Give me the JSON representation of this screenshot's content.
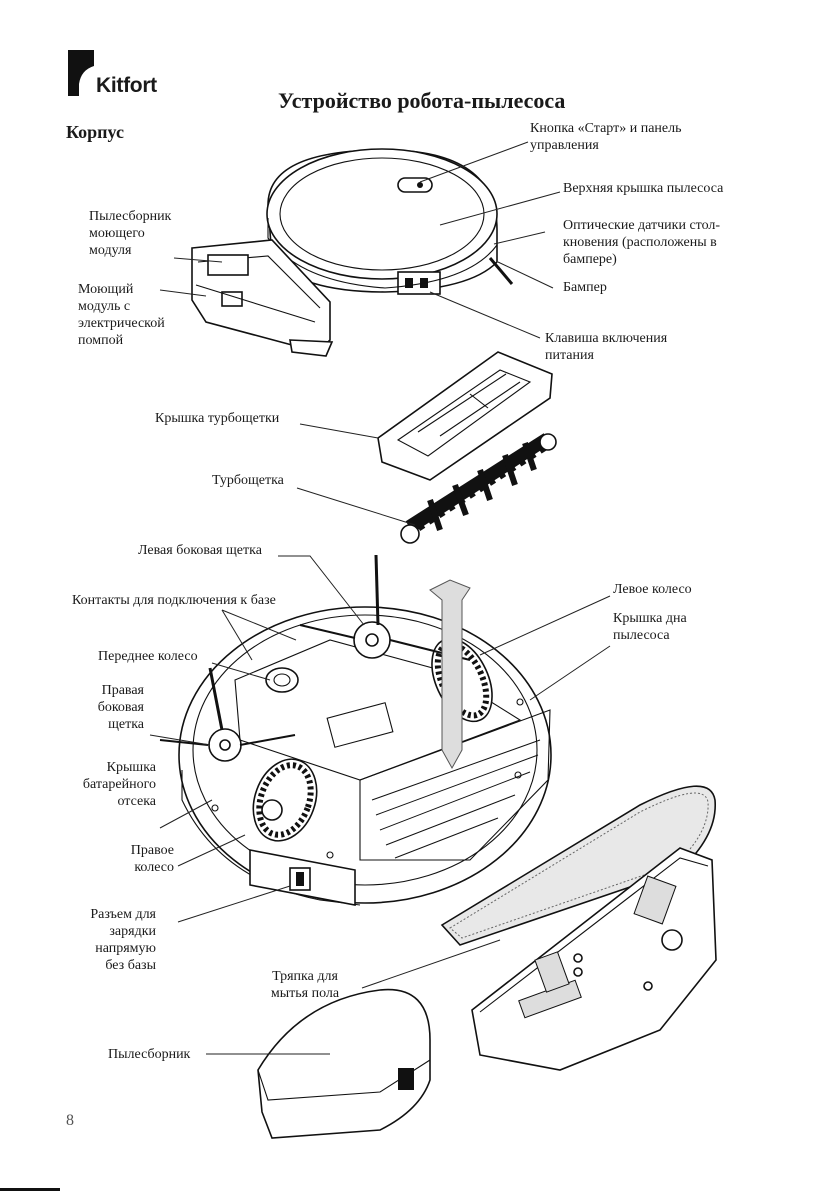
{
  "brand": "Kitfort",
  "title": "Устройство робота-пылесоса",
  "section": "Корпус",
  "labels": {
    "start_button": "Кнопка «Старт» и панель\nуправления",
    "top_cover": "Верхняя крышка пылесоса",
    "dust_module": "Пылесборник\nмоющего\nмодуля",
    "optical_sensors": "Оптические датчики стол-\nкновения (расположены в\nбампере)",
    "wash_module": "Моющий\nмодуль с\nэлектрической\nпомпой",
    "bumper": "Бампер",
    "power_key": "Клавиша включения\nпитания",
    "brush_cover": "Крышка турбощетки",
    "turbo_brush": "Турбощетка",
    "left_side_brush": "Левая боковая щетка",
    "base_contacts": "Контакты для подключения к базе",
    "left_wheel": "Левое колесо",
    "bottom_cover": "Крышка дна\nпылесоса",
    "front_wheel": "Переднее колесо",
    "right_side_brush": "Правая\nбоковая\nщетка",
    "battery_cover": "Крышка\nбатарейного\nотсека",
    "right_wheel": "Правое\nколесо",
    "charge_socket": "Разъем для\nзарядки\nнапрямую\nбез базы",
    "mop_cloth": "Тряпка для\nмытья пола",
    "dust_bin": "Пылесборник"
  },
  "page_number": "8"
}
